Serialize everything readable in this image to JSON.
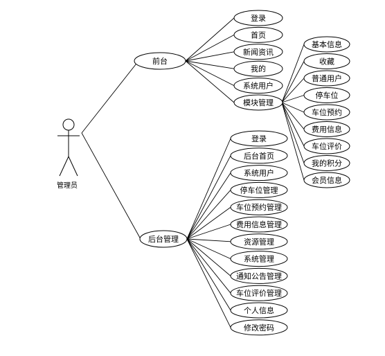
{
  "actor": {
    "label": "管理员"
  },
  "frontend": {
    "label": "前台",
    "items": [
      "登录",
      "首页",
      "新闻资讯",
      "我的",
      "系统用户",
      "模块管理"
    ]
  },
  "modules": {
    "items": [
      "基本信息",
      "收藏",
      "普通用户",
      "停车位",
      "车位预约",
      "费用信息",
      "车位评价",
      "我的积分",
      "会员信息"
    ]
  },
  "backend": {
    "label": "后台管理",
    "items": [
      "登录",
      "后台首页",
      "系统用户",
      "停车位管理",
      "车位预约管理",
      "费用信息管理",
      "资源管理",
      "系统管理",
      "通知公告管理",
      "车位评价管理",
      "个人信息",
      "修改密码"
    ]
  }
}
